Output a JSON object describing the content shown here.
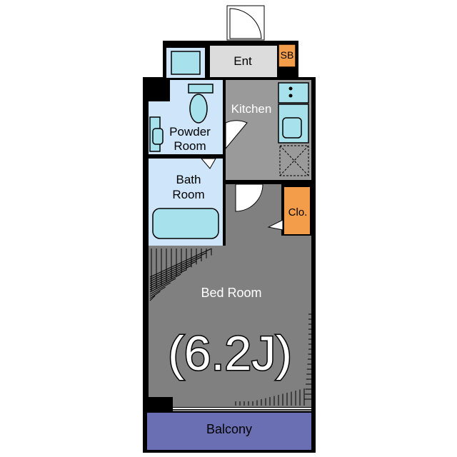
{
  "rooms": {
    "entrance": "Ent",
    "shoe_box": "SB",
    "kitchen": "Kitchen",
    "powder_room_line1": "Powder",
    "powder_room_line2": "Room",
    "bath_room_line1": "Bath",
    "bath_room_line2": "Room",
    "closet": "Clo.",
    "bed_room": "Bed Room",
    "balcony": "Balcony"
  },
  "size_label": "(6.2J)",
  "colors": {
    "bedroom_floor": "#808080",
    "kitchen_floor": "#9a9a9a",
    "entrance_floor": "#dcdcdc",
    "wet_area": "#cfe6fa",
    "fixture": "#a6e1ec",
    "storage": "#f39c4a",
    "balcony": "#6a6fb4",
    "walls": "#000000"
  }
}
